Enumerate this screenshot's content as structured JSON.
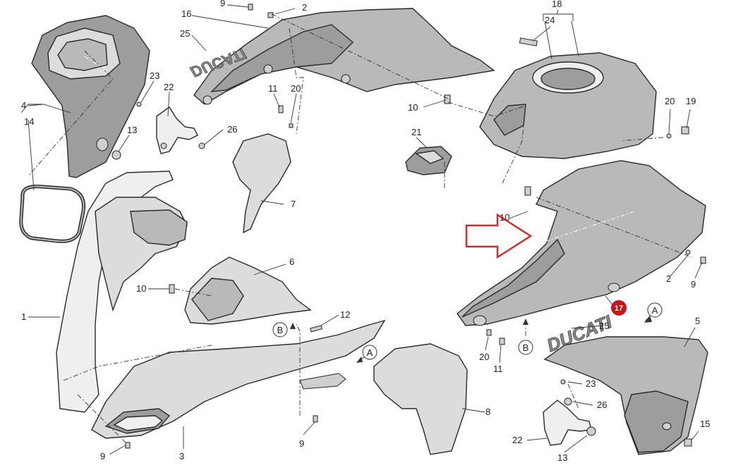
{
  "diagram": {
    "callouts": [
      "1",
      "2",
      "3",
      "4",
      "5",
      "6",
      "7",
      "8",
      "9",
      "10",
      "11",
      "12",
      "13",
      "14",
      "15",
      "16",
      "17",
      "18",
      "19",
      "20",
      "21",
      "22",
      "23",
      "24",
      "25",
      "26"
    ],
    "section_marks": [
      "A",
      "B"
    ],
    "highlight_badge": "17",
    "brand_text": "DUCATI",
    "colors": {
      "badge": "#c8141a",
      "arrow": "#d62a2a",
      "part_fill": "#a9a9a9",
      "line": "#2a2a2a"
    }
  }
}
